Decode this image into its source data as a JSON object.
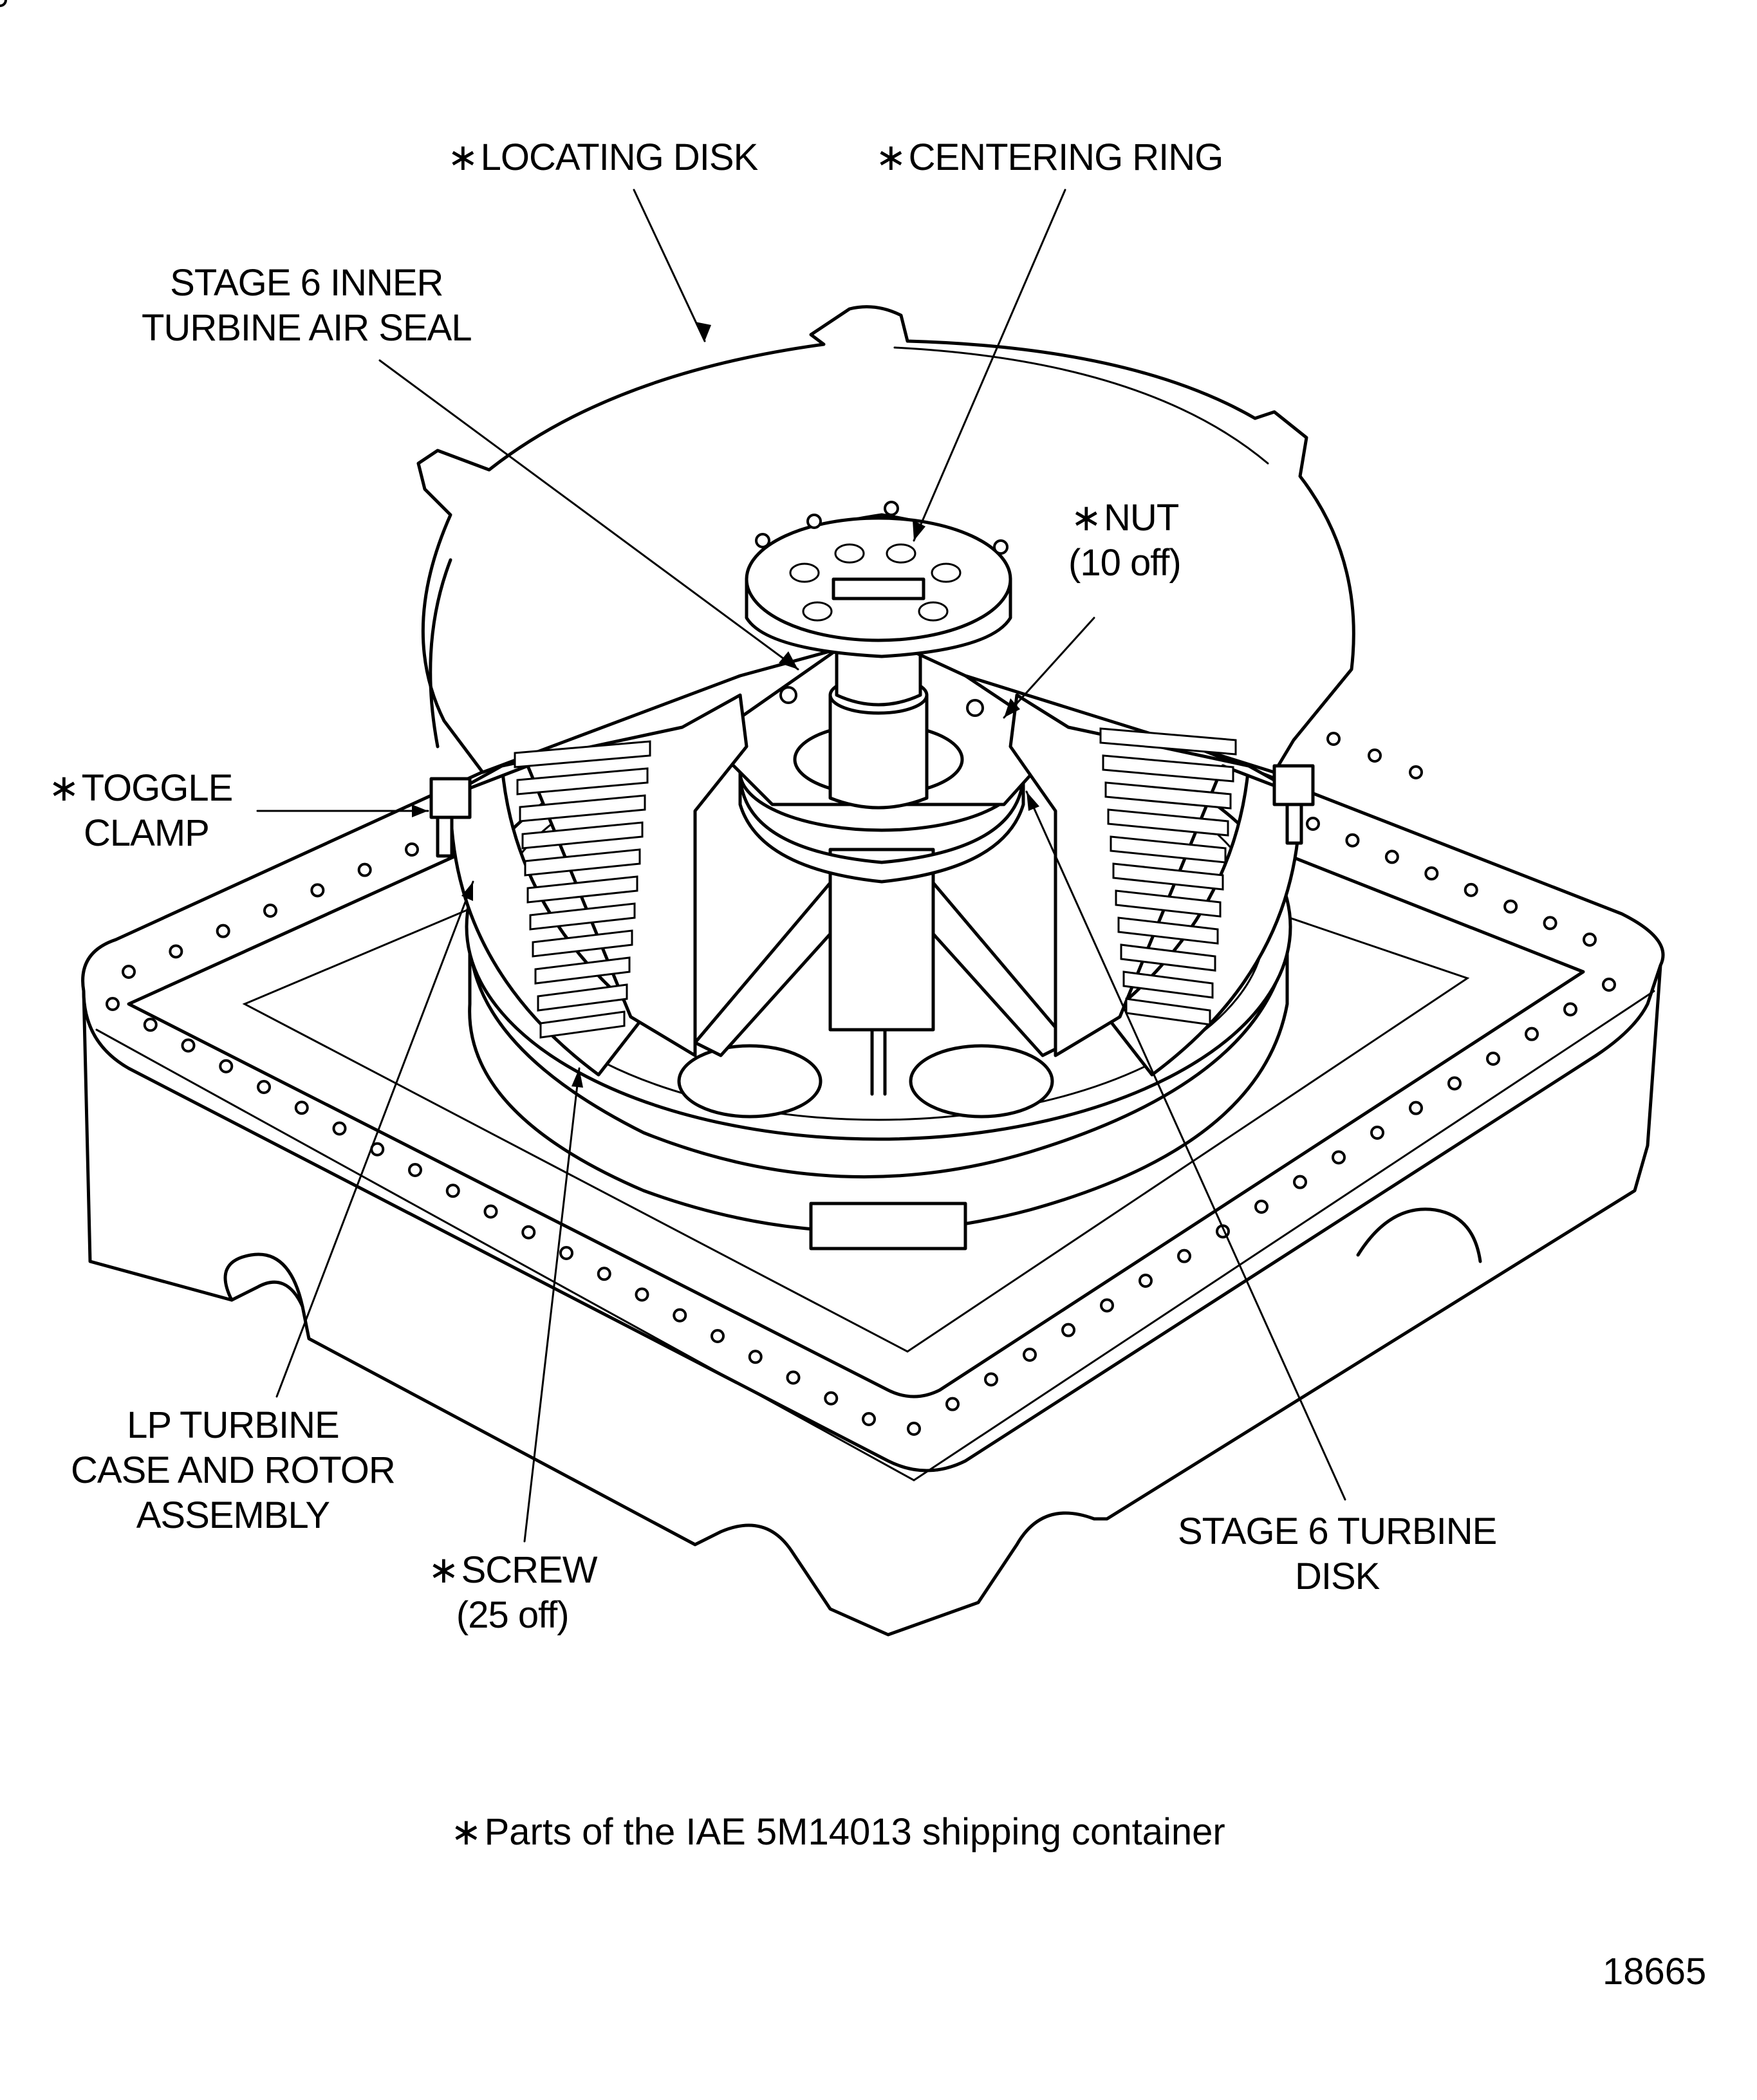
{
  "figure": {
    "labels": {
      "locating_disk": "LOCATING DISK",
      "centering_ring": "CENTERING RING",
      "air_seal_line1": "STAGE 6 INNER",
      "air_seal_line2": "TURBINE AIR SEAL",
      "nut_line1": "NUT",
      "nut_line2": "(10 off)",
      "toggle_line1": "TOGGLE",
      "toggle_line2": "CLAMP",
      "lp_line1": "LP TURBINE",
      "lp_line2": "CASE AND ROTOR",
      "lp_line3": "ASSEMBLY",
      "screw_line1": "SCREW",
      "screw_line2": "(25 off)",
      "disk_line1": "STAGE 6 TURBINE",
      "disk_line2": "DISK"
    },
    "asterisk": "∗",
    "caption": "Parts of the IAE 5M14013 shipping container",
    "figure_number": "18665"
  }
}
